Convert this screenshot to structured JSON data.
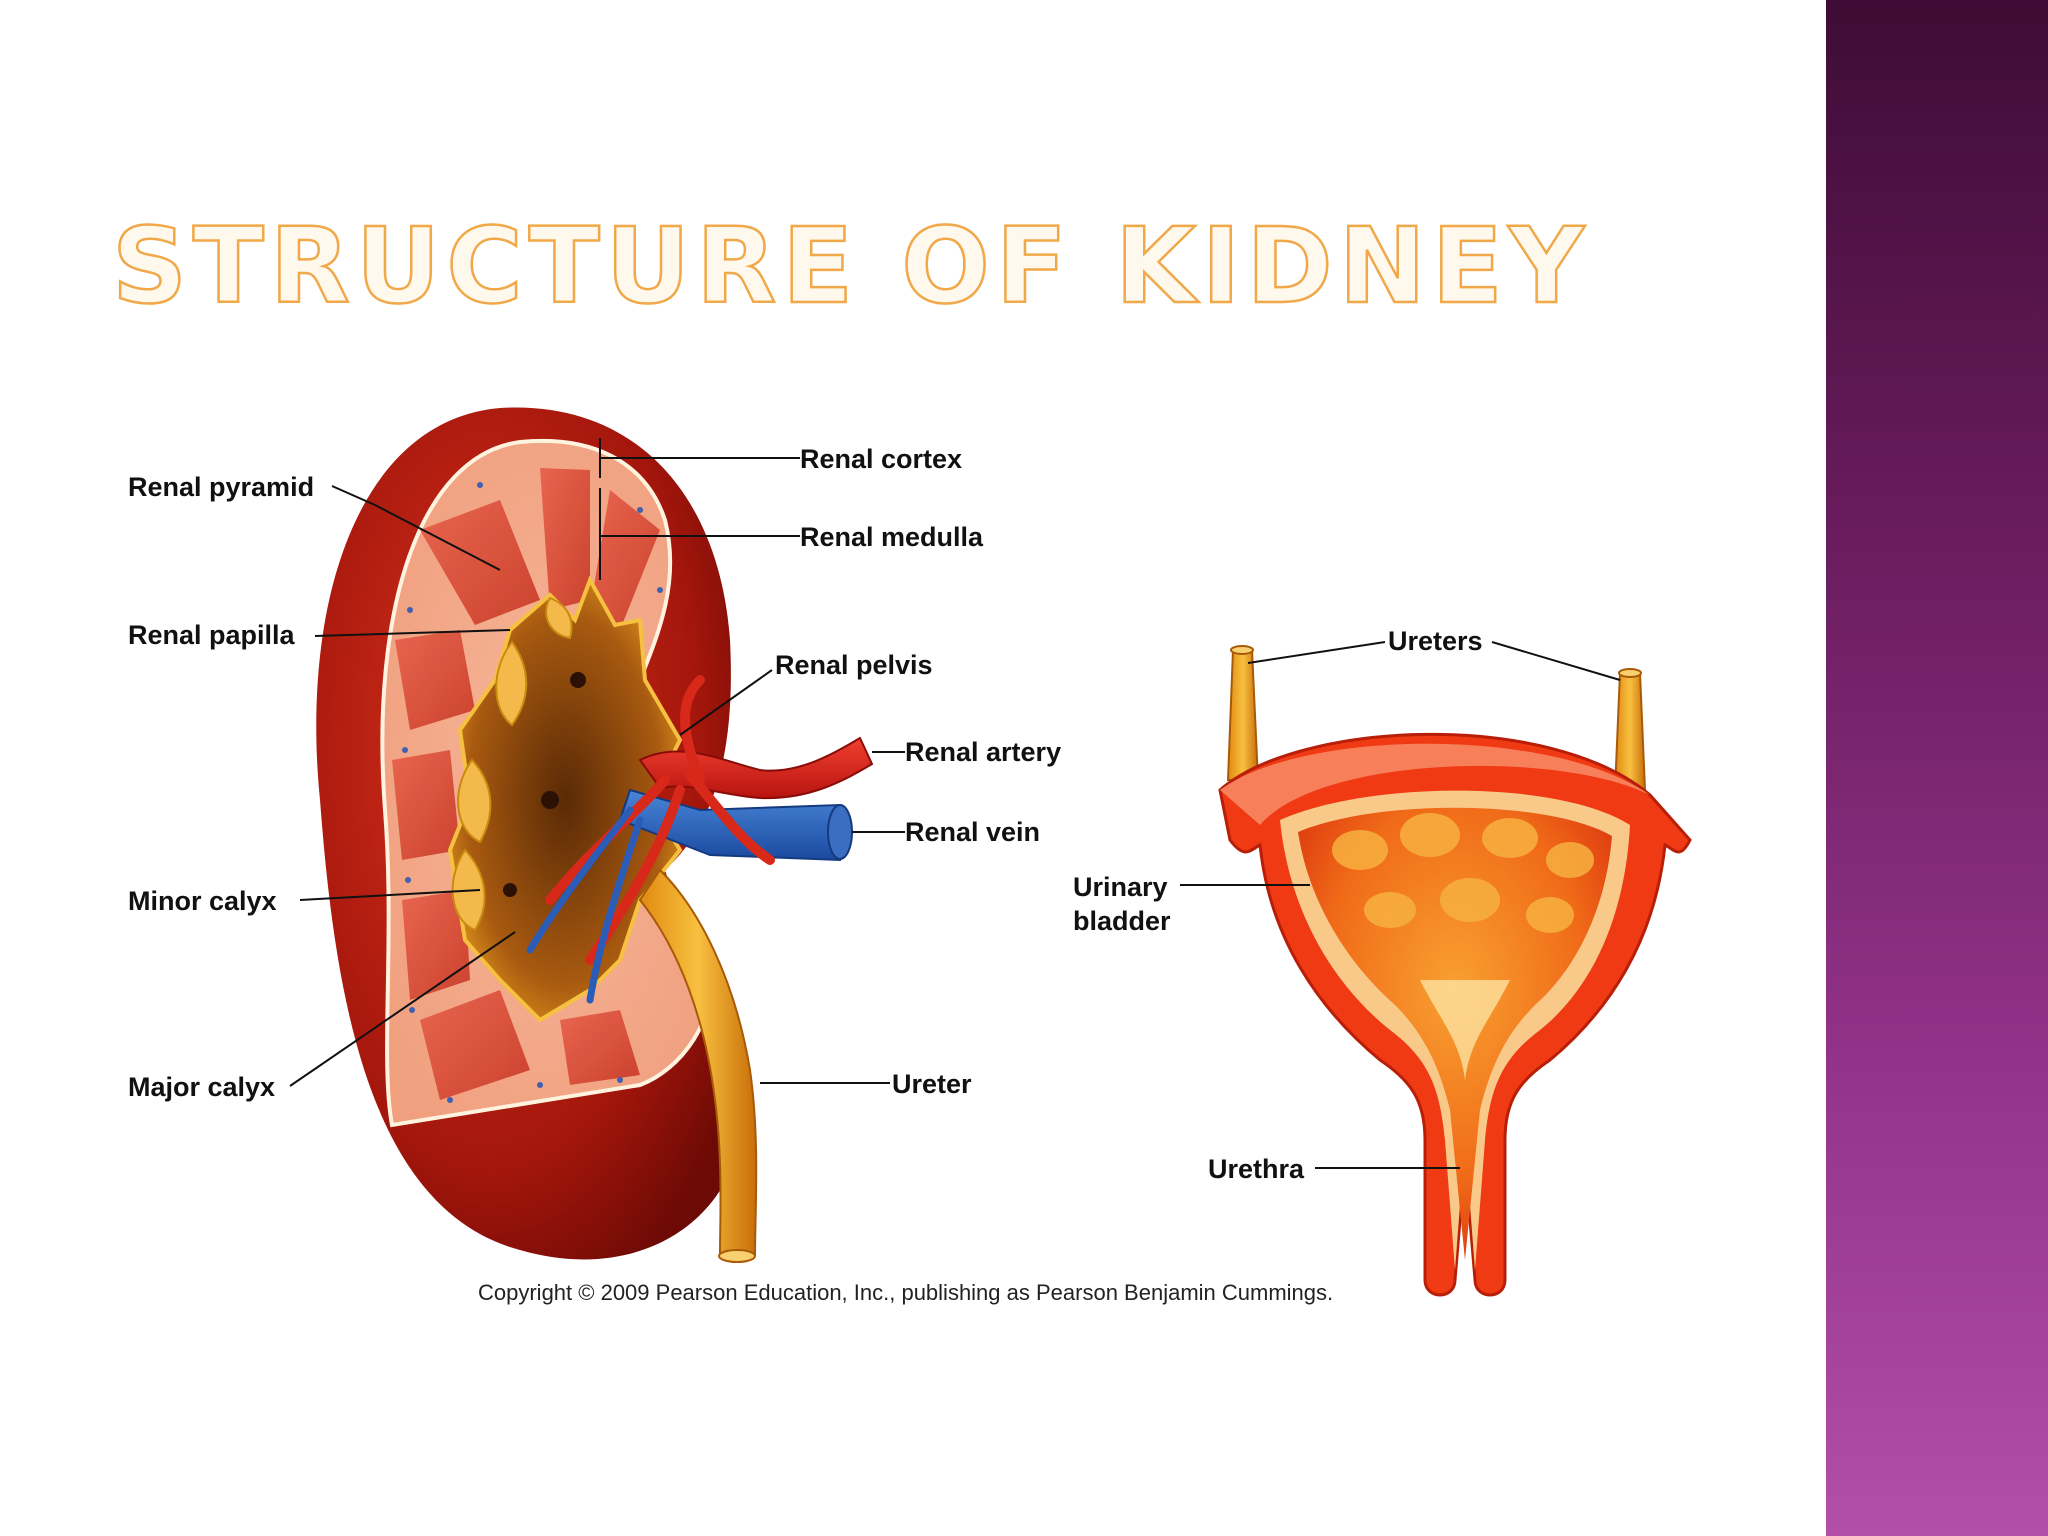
{
  "slide": {
    "title": "Structure of Kidney",
    "accent_color": "#f0a848",
    "sidebar_gradient": [
      "#3e0c35",
      "#b24fa8"
    ]
  },
  "figure": {
    "kidney_labels": {
      "renal_pyramid": "Renal pyramid",
      "renal_papilla": "Renal papilla",
      "minor_calyx": "Minor calyx",
      "major_calyx": "Major calyx",
      "renal_cortex": "Renal cortex",
      "renal_medulla": "Renal medulla",
      "renal_pelvis": "Renal pelvis",
      "renal_artery": "Renal artery",
      "renal_vein": "Renal vein",
      "ureter": "Ureter"
    },
    "bladder_labels": {
      "ureters": "Ureters",
      "urinary_line1": "Urinary",
      "urinary_line2": "bladder",
      "urethra": "Urethra"
    },
    "copyright": "Copyright © 2009 Pearson Education, Inc., publishing as Pearson Benjamin Cummings."
  }
}
